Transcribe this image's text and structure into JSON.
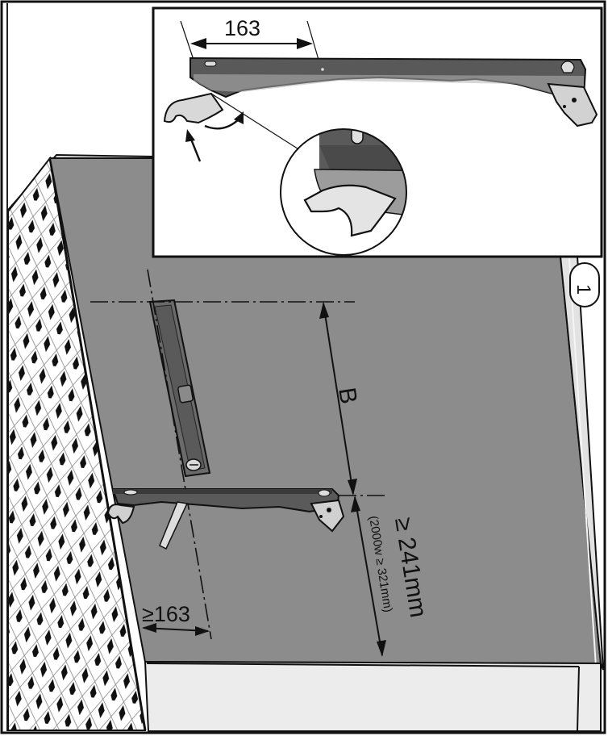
{
  "figure": {
    "step_badge": "1",
    "inset_dimension": "163",
    "distance_label": "B",
    "min_edge_distance": "≥163",
    "min_height": "≥ 241mm",
    "min_height_note": "(2000w ≥ 321mm)"
  },
  "colors": {
    "wall": "#8c8c8c",
    "panel_light": "#eaeaea",
    "dark": "#111111",
    "bracket": "#555555",
    "tile_light": "#ffffff",
    "tile_dark": "#101010"
  }
}
